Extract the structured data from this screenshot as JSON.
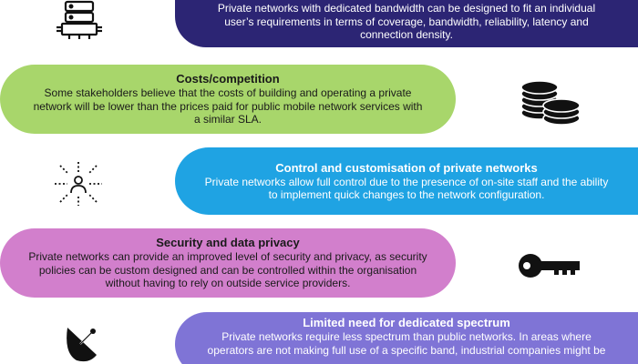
{
  "rows": [
    {
      "title": "",
      "lines": [
        "Private networks with dedicated bandwidth can be designed to fit an individual",
        "user’s requirements in terms of coverage, bandwidth, reliability, latency and",
        "connection density."
      ],
      "icon": "server-chip-icon",
      "color": "#2c2574"
    },
    {
      "title": "Costs/competition",
      "lines": [
        "Some stakeholders believe that the costs of building and operating a private",
        "network will be lower than the prices paid for public mobile network services with",
        "a similar SLA."
      ],
      "icon": "coins-icon",
      "color": "#a8d66b"
    },
    {
      "title": "Control and customisation of private networks",
      "lines": [
        "Private networks allow full control due to the presence of on-site staff and the ability",
        "to implement quick changes to the network configuration."
      ],
      "icon": "person-network-icon",
      "color": "#1fa3e3"
    },
    {
      "title": "Security and data privacy",
      "lines": [
        "Private networks can provide an improved level of security and privacy, as security",
        "policies can be custom designed and can be controlled within the organisation",
        "without having to rely on outside service providers."
      ],
      "icon": "key-icon",
      "color": "#d27fcc"
    },
    {
      "title": "Limited need for dedicated spectrum",
      "lines": [
        "Private networks require less spectrum than public networks. In areas where",
        "operators are not making full use of a specific band, industrial companies might be"
      ],
      "icon": "satellite-dish-icon",
      "color": "#7f74d6"
    }
  ]
}
